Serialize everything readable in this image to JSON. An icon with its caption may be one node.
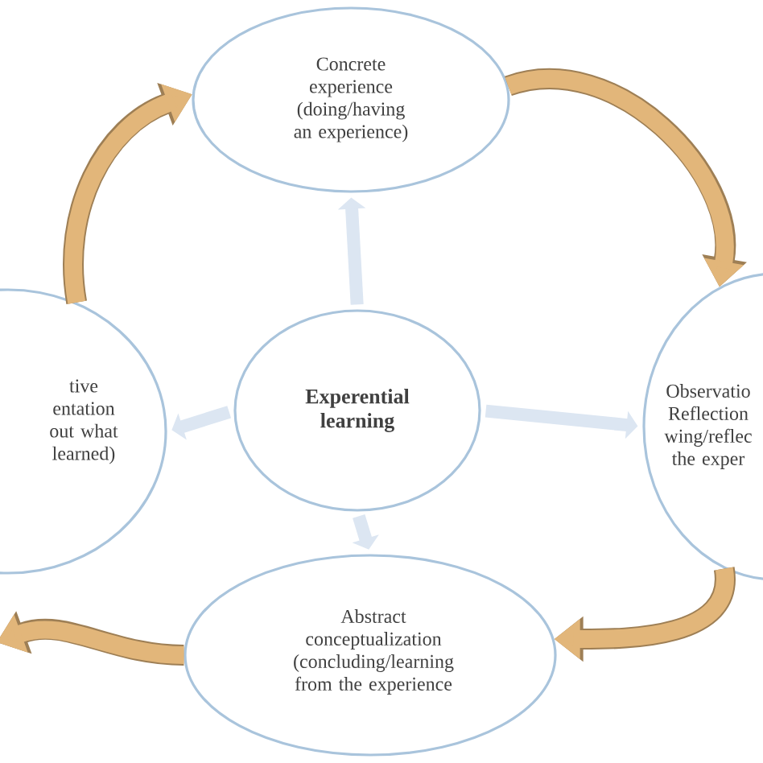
{
  "diagram": {
    "nodes": [
      {
        "text": [
          "Concrete experience (doing/having an experience)"
        ]
      },
      {
        "text": [
          "Observatio Reflection wing/reflec the exper"
        ]
      },
      {
        "text": [
          "Abstract conceptualization (concluding/learning from the experience"
        ]
      },
      {
        "text": [
          "tive entation out what learned)"
        ]
      },
      {
        "text": [
          "Experential learning"
        ]
      }
    ],
    "edges": [
      {
        "from": 3,
        "to": 0,
        "arrow": "to"
      },
      {
        "from": 0,
        "to": 1,
        "arrow": "to"
      },
      {
        "from": 1,
        "to": 2,
        "arrow": "to"
      },
      {
        "from": 2,
        "to": null,
        "arrow": "to"
      },
      {
        "from": 4,
        "to": 0,
        "arrow": "to",
        "color": "#dce6f2"
      },
      {
        "from": 4,
        "to": 1,
        "arrow": "to",
        "color": "#dce6f2"
      },
      {
        "from": 4,
        "to": 2,
        "arrow": "to",
        "color": "#dce6f2"
      },
      {
        "from": 4,
        "to": 3,
        "arrow": "to",
        "color": "#dce6f2"
      }
    ]
  }
}
